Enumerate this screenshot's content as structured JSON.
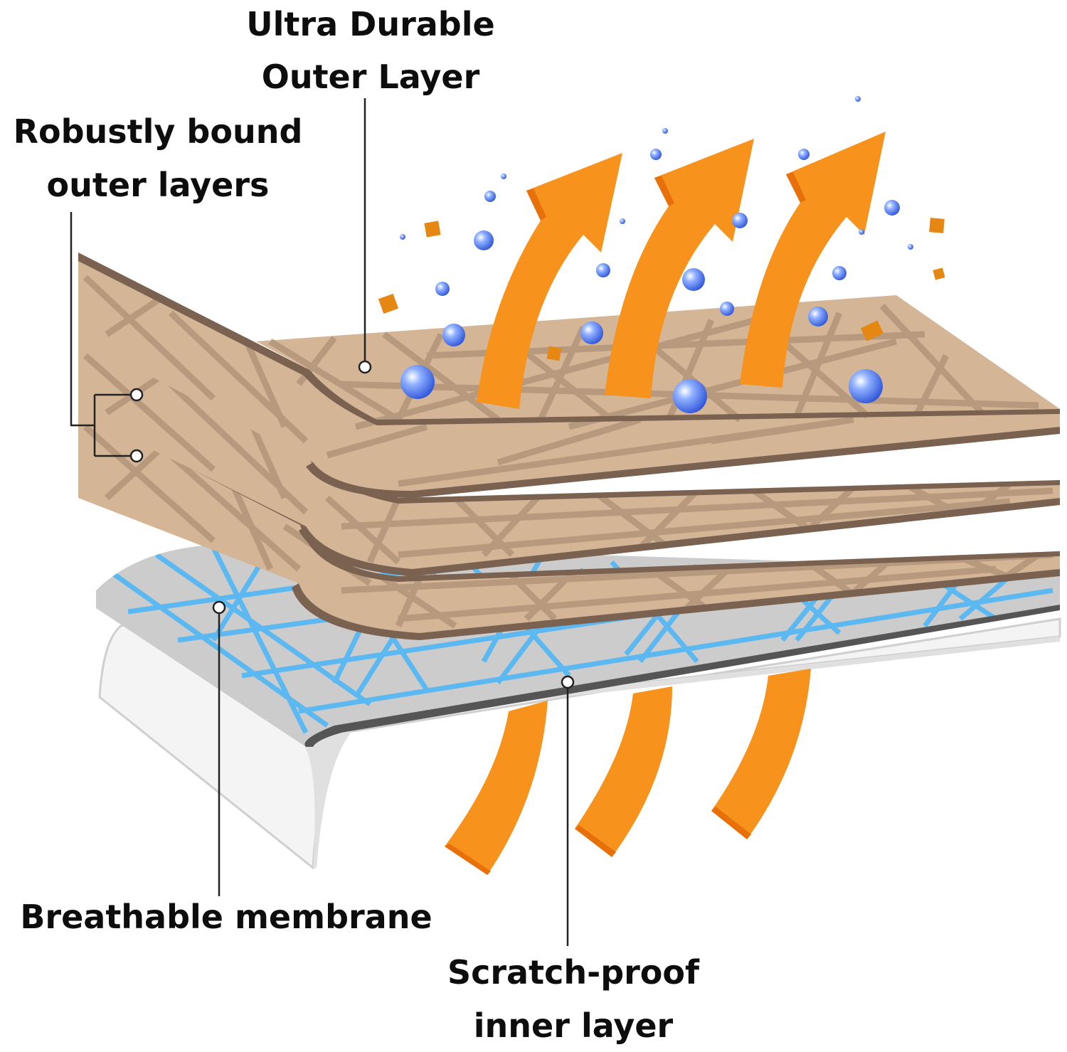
{
  "labels": {
    "outer_layer": [
      "Ultra Durable",
      "Outer Layer"
    ],
    "bound_layers": [
      "Robustly bound",
      "outer layers"
    ],
    "membrane": "Breathable membrane",
    "inner_layer": [
      "Scratch-proof",
      "inner layer"
    ]
  },
  "colors": {
    "tan": "#d4b596",
    "tan_edge": "#7a6150",
    "membrane": "#c8c8c8",
    "membrane_pattern": "#5bb8f0",
    "inner": "#f2f2f2",
    "arrow": "#f7921c",
    "bubble": "#4a6fe8",
    "particle": "#e48713"
  },
  "icons": [
    "heat-arrow-icon",
    "water-droplet-icon",
    "particle-icon"
  ]
}
